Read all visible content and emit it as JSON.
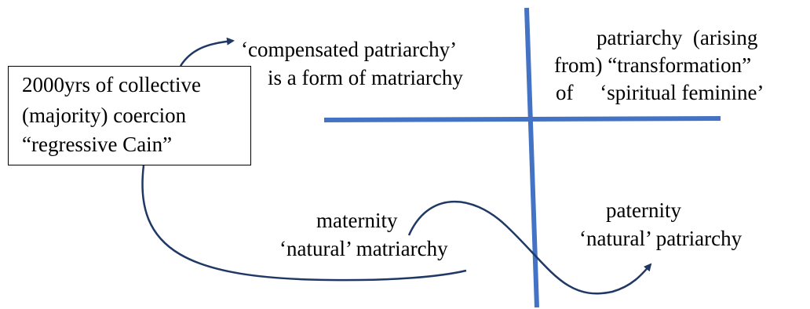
{
  "colors": {
    "axis": "#4472C4",
    "arrow": "#1F3864",
    "text": "#000000"
  },
  "box": {
    "line1": "2000yrs of collective",
    "line2": "(majority) coercion",
    "line3": "“regressive Cain”"
  },
  "quadrant_top_left": {
    "line1": "‘compensated patriarchy’",
    "line2": "is a form of matriarchy"
  },
  "quadrant_top_right": {
    "line1": "patriarchy  (arising",
    "line2": "from) “transformation”",
    "line3": "of     ‘spiritual feminine’"
  },
  "quadrant_bottom_left": {
    "line1": "maternity",
    "line2": "‘natural’ matriarchy"
  },
  "quadrant_bottom_right": {
    "line1": "paternity",
    "line2": "‘natural’ patriarchy"
  }
}
